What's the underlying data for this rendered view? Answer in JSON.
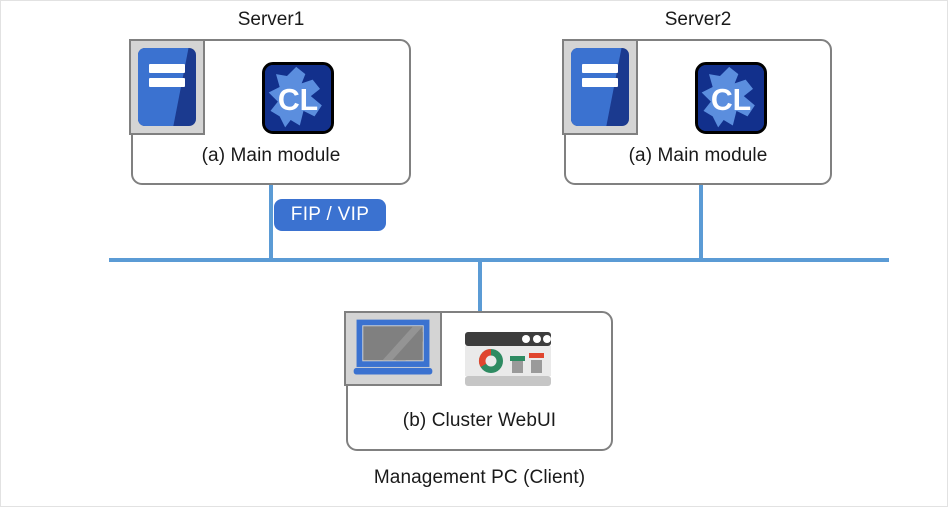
{
  "diagram": {
    "title_server1": "Server1",
    "title_server2": "Server2",
    "server1_module_label": "(a) Main module",
    "server2_module_label": "(a) Main module",
    "fip_vip_label": "FIP / VIP",
    "webui_label": "(b) Cluster WebUI",
    "management_pc_label": "Management PC (Client)",
    "cl_icon_text": "CL",
    "icons": {
      "server_rack": "server-rack-icon",
      "cluster": "cluster-cl-icon",
      "laptop": "laptop-icon",
      "webui_browser": "browser-dashboard-icon"
    },
    "colors": {
      "network_line": "#5b9bd5",
      "badge_background": "#3b72d0",
      "badge_text": "#ffffff",
      "box_border": "#808080",
      "icon_frame": "#d4d4d4",
      "server_blue_dark": "#1b3a8f",
      "server_blue_light": "#3b72d0",
      "cl_navy": "#12308c",
      "cl_splash": "#5b8ede",
      "donut_red": "#e0452e",
      "donut_green": "#2e8b62",
      "browser_titlebar": "#3d3d3d",
      "canvas_background": "#ffffff"
    }
  }
}
